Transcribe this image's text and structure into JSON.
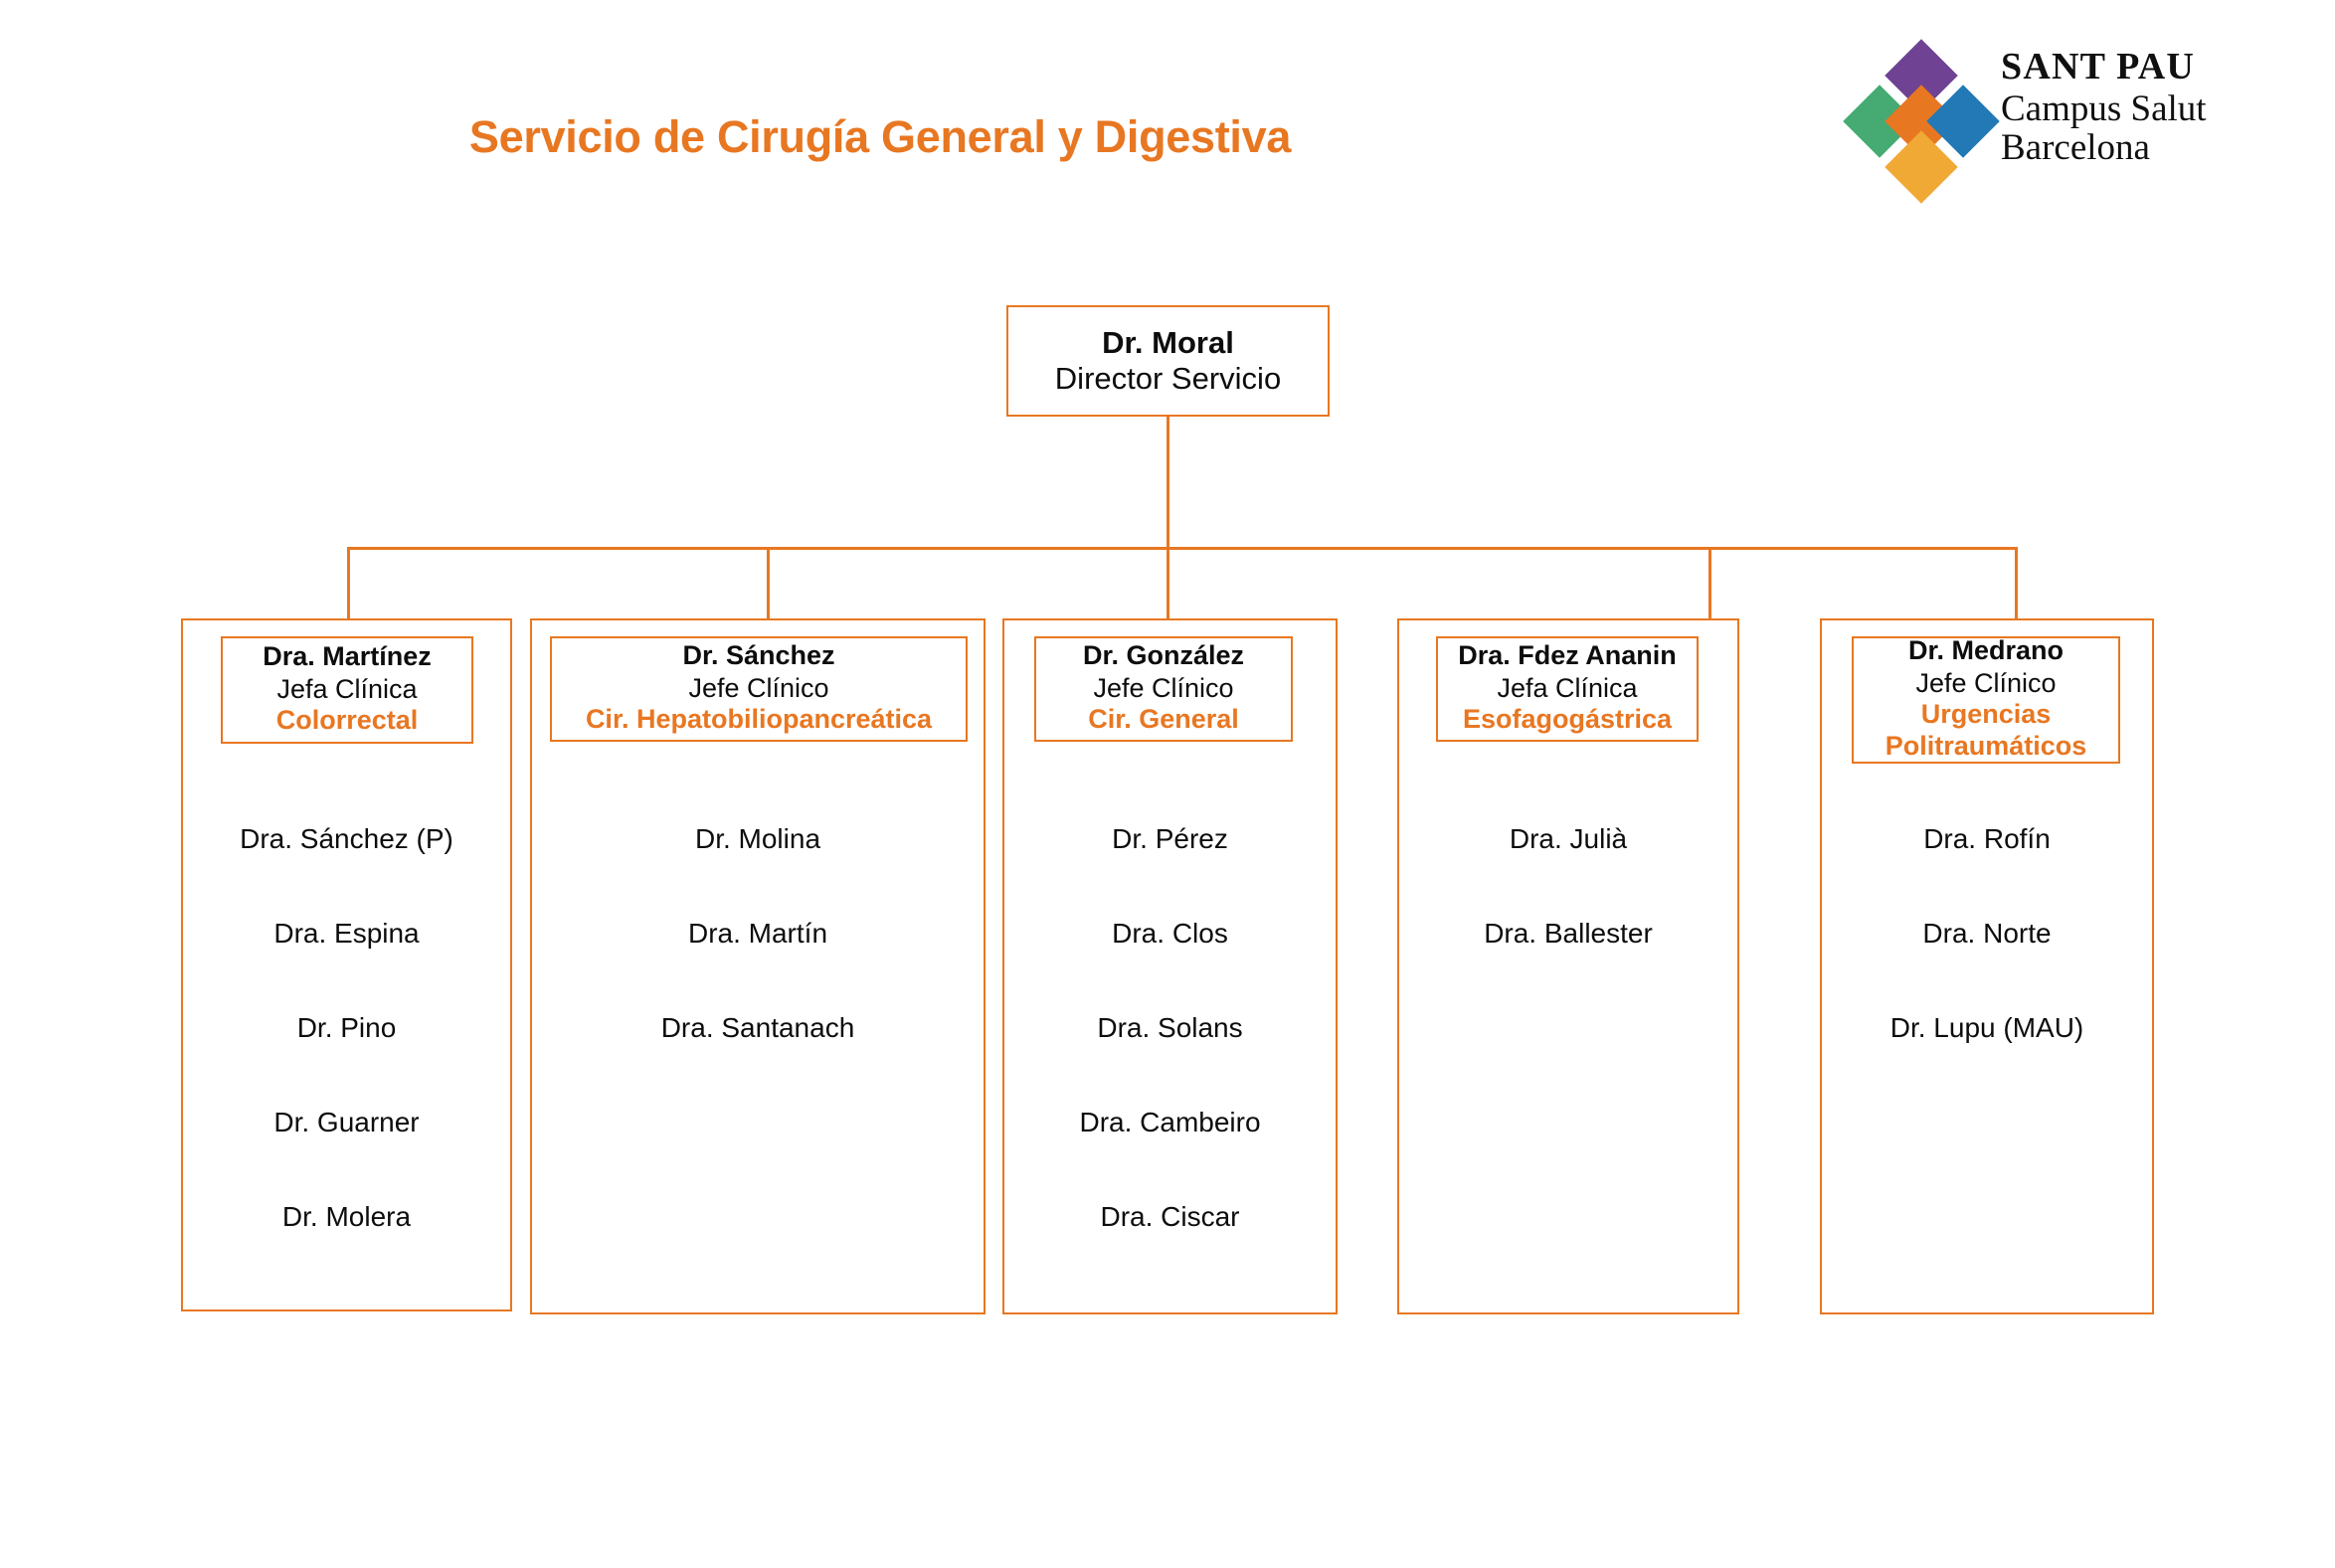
{
  "page": {
    "title": "Servicio de Cirugía General y Digestiva",
    "accent_color": "#e87722",
    "text_color": "#0d0d0d",
    "background": "#ffffff"
  },
  "logo": {
    "line1": "SANT PAU",
    "line2": "Campus Salut",
    "line3": "Barcelona",
    "diamonds": [
      {
        "name": "diamond-top",
        "color": "#6f4293"
      },
      {
        "name": "diamond-left",
        "color": "#45ab72"
      },
      {
        "name": "diamond-center",
        "color": "#e87722"
      },
      {
        "name": "diamond-right",
        "color": "#2279b5"
      },
      {
        "name": "diamond-bottom",
        "color": "#f0a935"
      }
    ]
  },
  "chart_data": {
    "type": "org-chart",
    "root": {
      "name": "Dr. Moral",
      "role": "Director Servicio"
    },
    "units": [
      {
        "name": "Dra. Martínez",
        "role": "Jefa Clínica",
        "unit": "Colorrectal",
        "unit_line2": "",
        "members": [
          "Dra. Sánchez (P)",
          "Dra. Espina",
          "Dr. Pino",
          "Dr. Guarner",
          "Dr. Molera"
        ]
      },
      {
        "name": "Dr. Sánchez",
        "role": "Jefe Clínico",
        "unit": "Cir. Hepatobiliopancreática",
        "unit_line2": "",
        "members": [
          "Dr. Molina",
          "Dra. Martín",
          "Dra. Santanach"
        ]
      },
      {
        "name": "Dr. González",
        "role": "Jefe Clínico",
        "unit": "Cir. General",
        "unit_line2": "",
        "members": [
          "Dr. Pérez",
          "Dra. Clos",
          "Dra. Solans",
          "Dra. Cambeiro",
          "Dra. Ciscar"
        ]
      },
      {
        "name": "Dra. Fdez Ananin",
        "role": "Jefa Clínica",
        "unit": "Esofagogástrica",
        "unit_line2": "",
        "members": [
          "Dra. Julià",
          "Dra. Ballester"
        ]
      },
      {
        "name": "Dr. Medrano",
        "role": "Jefe Clínico",
        "unit": "Urgencias",
        "unit_line2": "Politraumáticos",
        "members": [
          "Dra. Rofín",
          "Dra. Norte",
          "Dr. Lupu (MAU)"
        ]
      }
    ]
  }
}
